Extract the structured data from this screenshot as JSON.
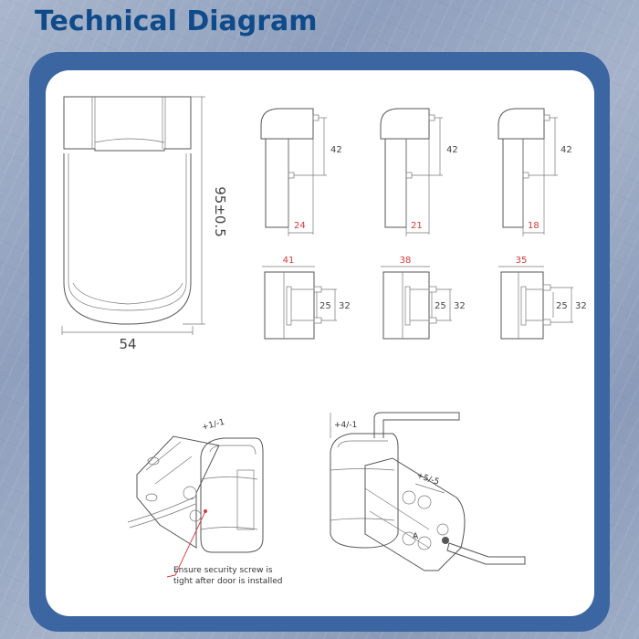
{
  "header": {
    "title": "Technical Diagram"
  },
  "colors": {
    "title": "#0f4a8a",
    "frame": "#3c66a2",
    "panel": "#ffffff",
    "dimension_red": "#d9383a",
    "line": "#555555"
  },
  "front_view": {
    "height_label": "95±0.5",
    "width_label": "54"
  },
  "side_views": [
    {
      "pin_spacing": "42",
      "depth": "24"
    },
    {
      "pin_spacing": "42",
      "depth": "21"
    },
    {
      "pin_spacing": "42",
      "depth": "18"
    }
  ],
  "top_views": [
    {
      "width": "41",
      "inner": "25",
      "outer": "32"
    },
    {
      "width": "38",
      "inner": "25",
      "outer": "32"
    },
    {
      "width": "35",
      "inner": "25",
      "outer": "32"
    }
  ],
  "iso_left": {
    "adjust_label": "+1/-1",
    "note_line1": "Ensure security screw is",
    "note_line2": "tight after door is installed"
  },
  "iso_right": {
    "vertical_adjust_label": "+4/-1",
    "lateral_adjust_label": "+5/-5"
  }
}
